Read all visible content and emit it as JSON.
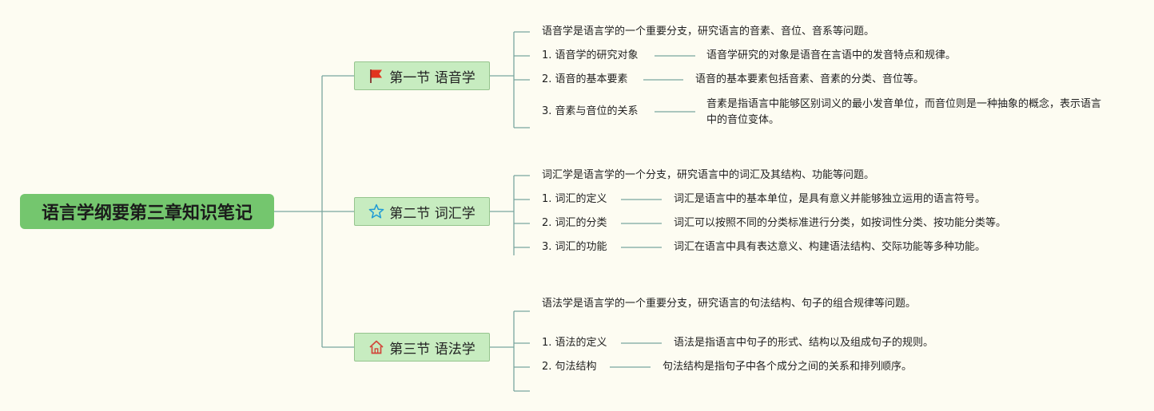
{
  "root": {
    "title": "语言学纲要第三章知识笔记"
  },
  "sections": [
    {
      "icon": "red-flag-icon",
      "title": "第一节 语音学",
      "intro": "语音学是语言学的一个重要分支，研究语言的音素、音位、音系等问题。",
      "items": [
        {
          "label": "1. 语音学的研究对象",
          "desc": "语音学研究的对象是语音在言语中的发音特点和规律。"
        },
        {
          "label": "2. 语音的基本要素",
          "desc": "语音的基本要素包括音素、音素的分类、音位等。"
        },
        {
          "label": "3. 音素与音位的关系",
          "desc": "音素是指语言中能够区别词义的最小发音单位，而音位则是一种抽象的概念，表示语言中的音位变体。"
        }
      ]
    },
    {
      "icon": "star-icon",
      "title": "第二节 词汇学",
      "intro": "词汇学是语言学的一个分支，研究语言中的词汇及其结构、功能等问题。",
      "items": [
        {
          "label": "1. 词汇的定义",
          "desc": "词汇是语言中的基本单位，是具有意义并能够独立运用的语言符号。"
        },
        {
          "label": "2. 词汇的分类",
          "desc": "词汇可以按照不同的分类标准进行分类，如按词性分类、按功能分类等。"
        },
        {
          "label": "3. 词汇的功能",
          "desc": "词汇在语言中具有表达意义、构建语法结构、交际功能等多种功能。"
        }
      ]
    },
    {
      "icon": "house-icon",
      "title": "第三节 语法学",
      "intro": "语法学是语言学的一个重要分支，研究语言的句法结构、句子的组合规律等问题。",
      "items": [
        {
          "label": "1. 语法的定义",
          "desc": "语法是指语言中句子的形式、结构以及组成句子的规则。"
        },
        {
          "label": "2. 句法结构",
          "desc": "句法结构是指句子中各个成分之间的关系和排列顺序。"
        }
      ]
    }
  ],
  "colors": {
    "root_fill": "#74c66e",
    "section_fill": "#c7ecc0",
    "connector": "#7aa59e",
    "background": "#fdfcf2"
  }
}
